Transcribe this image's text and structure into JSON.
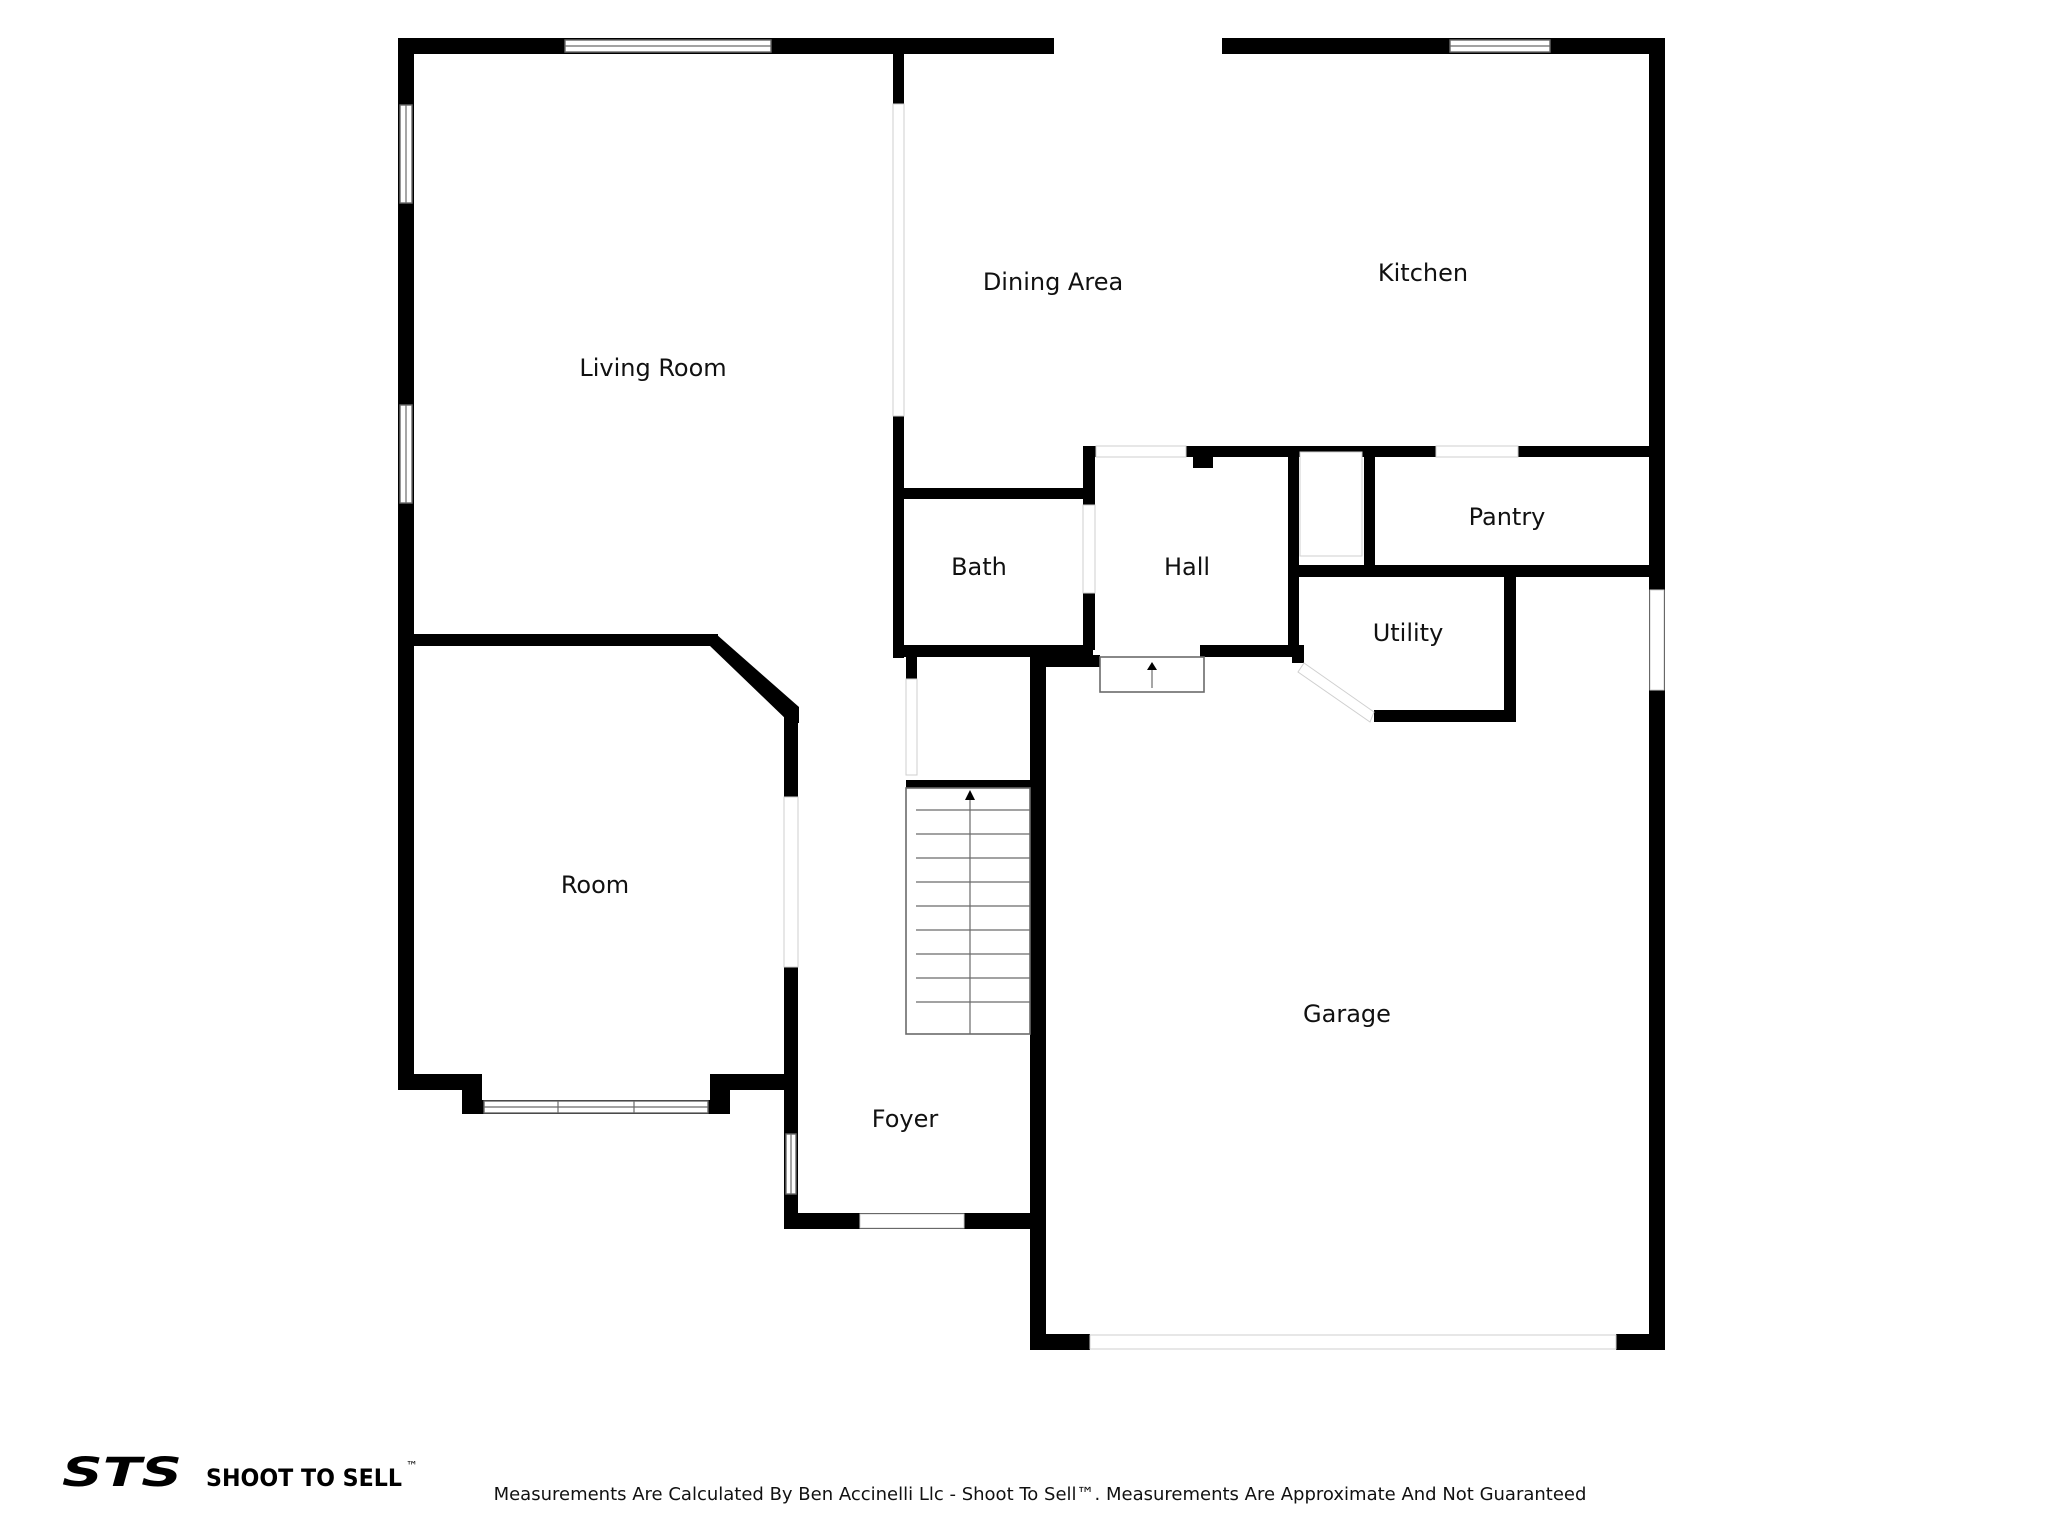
{
  "rooms": {
    "living_room": "Living Room",
    "dining_area": "Dining Area",
    "kitchen": "Kitchen",
    "bath": "Bath",
    "hall": "Hall",
    "pantry": "Pantry",
    "utility": "Utility",
    "room": "Room",
    "garage": "Garage",
    "foyer": "Foyer"
  },
  "brand": {
    "mark": "STS",
    "name": "SHOOT TO SELL",
    "trademark": "™"
  },
  "footer": {
    "disclaimer": "Measurements Are Calculated By Ben Accinelli Llc - Shoot To Sell™. Measurements Are Approximate And Not Guaranteed"
  }
}
